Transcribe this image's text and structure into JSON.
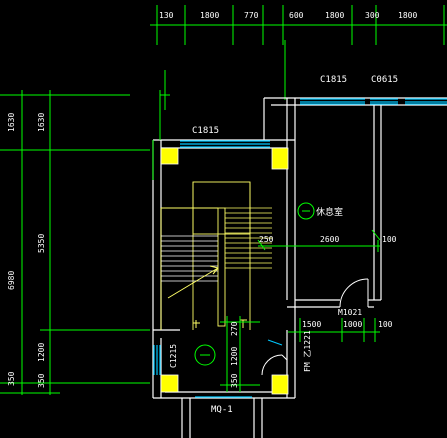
{
  "colors": {
    "background": "#000000",
    "dimension_line": "#00ff00",
    "wall": "#ffffff",
    "window": "#00c8ff",
    "stair": "#ffff66",
    "column": "#ffff00",
    "text": "#ffffff",
    "symbol": "#00ff00"
  },
  "dimensions": {
    "top": [
      "130",
      "1800",
      "770",
      "600",
      "1800",
      "300",
      "1800"
    ],
    "left_outer": [
      "6980"
    ],
    "left_inner": [
      "1630",
      "5350",
      "1200",
      "350"
    ],
    "left_far": [
      "1630",
      "350"
    ],
    "right_room": [
      "2600",
      "100",
      "250"
    ],
    "door_area": [
      "1500",
      "1000",
      "100"
    ],
    "stair_bottom": [
      "270",
      "1200",
      "350"
    ]
  },
  "labels": {
    "window_top_left": "C1815",
    "window_top_right_a": "C1815",
    "window_top_right_b": "C0615",
    "window_side": "C1215",
    "door_room": "M1021",
    "door_side": "FM 乙1221",
    "door_bottom": "MQ-1",
    "room_name": "休息室"
  },
  "icons": [
    "stair-up-arrow-icon",
    "room-symbol-icon",
    "door-swing-icon"
  ]
}
